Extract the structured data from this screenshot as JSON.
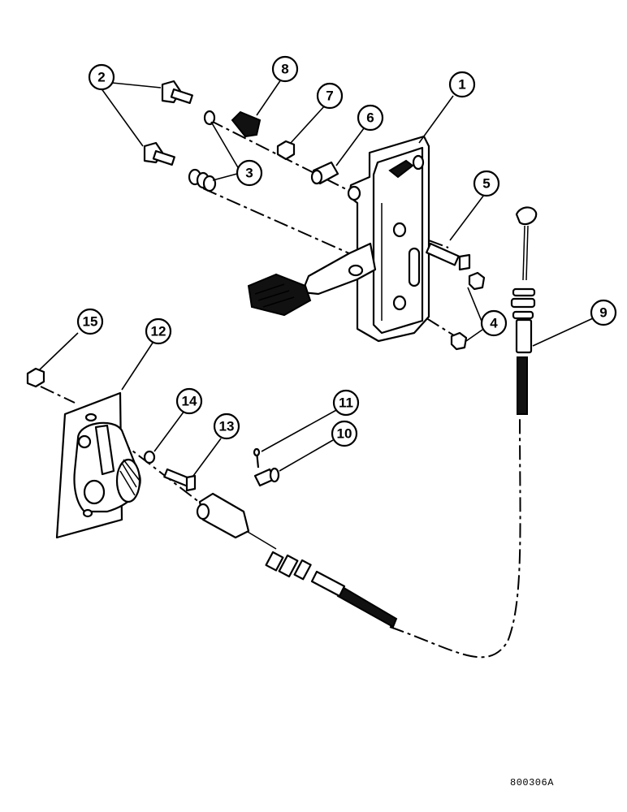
{
  "figure_code": "800306A",
  "callouts": [
    {
      "id": "callout-1",
      "label": "1"
    },
    {
      "id": "callout-2",
      "label": "2"
    },
    {
      "id": "callout-3",
      "label": "3"
    },
    {
      "id": "callout-4",
      "label": "4"
    },
    {
      "id": "callout-5",
      "label": "5"
    },
    {
      "id": "callout-6",
      "label": "6"
    },
    {
      "id": "callout-7",
      "label": "7"
    },
    {
      "id": "callout-8",
      "label": "8"
    },
    {
      "id": "callout-9",
      "label": "9"
    },
    {
      "id": "callout-10",
      "label": "10"
    },
    {
      "id": "callout-11",
      "label": "11"
    },
    {
      "id": "callout-12",
      "label": "12"
    },
    {
      "id": "callout-13",
      "label": "13"
    },
    {
      "id": "callout-14",
      "label": "14"
    },
    {
      "id": "callout-15",
      "label": "15"
    }
  ]
}
